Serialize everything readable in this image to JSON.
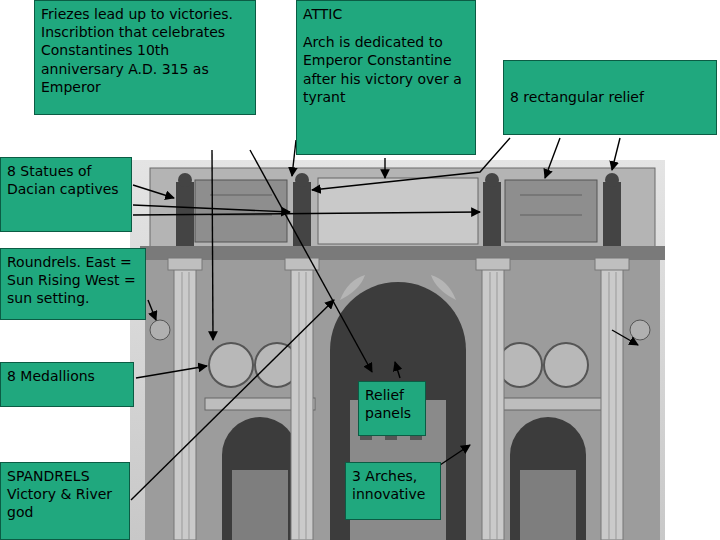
{
  "diagram": {
    "nodes": [
      {
        "text": [
          "Friezes lead up to victories. Inscribtion that celebrates Constantines 10th anniversary A.D. 315 as Emperor"
        ]
      },
      {
        "text": [
          "ATTIC",
          "Arch is dedicated to Emperor Constantine after his victory over a tyrant"
        ]
      },
      {
        "text": [
          "8 rectangular relief"
        ]
      },
      {
        "text": [
          "8 Statues of Dacian captives"
        ]
      },
      {
        "text": [
          "Roundrels. East = Sun Rising West = sun setting."
        ]
      },
      {
        "text": [
          "8 Medallions"
        ]
      },
      {
        "text": [
          "Relief panels"
        ]
      },
      {
        "text": [
          "SPANDRELS Victory & River god"
        ]
      },
      {
        "text": [
          "3 Arches, innovative"
        ]
      }
    ]
  }
}
